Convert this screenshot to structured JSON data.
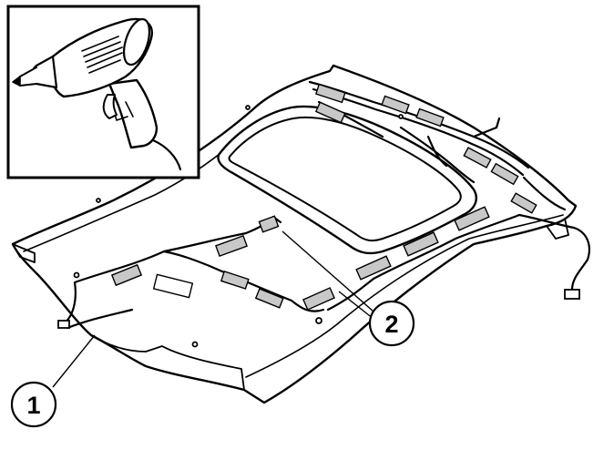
{
  "diagram": {
    "inset": {
      "tool_icon": "hot-air-gun-icon"
    },
    "callouts": [
      {
        "id": "callout-1",
        "label": "1"
      },
      {
        "id": "callout-2",
        "label": "2"
      }
    ],
    "colors": {
      "line": "#000000",
      "surface": "#ffffff",
      "adhesive_pad": "#c8c8c8"
    }
  }
}
